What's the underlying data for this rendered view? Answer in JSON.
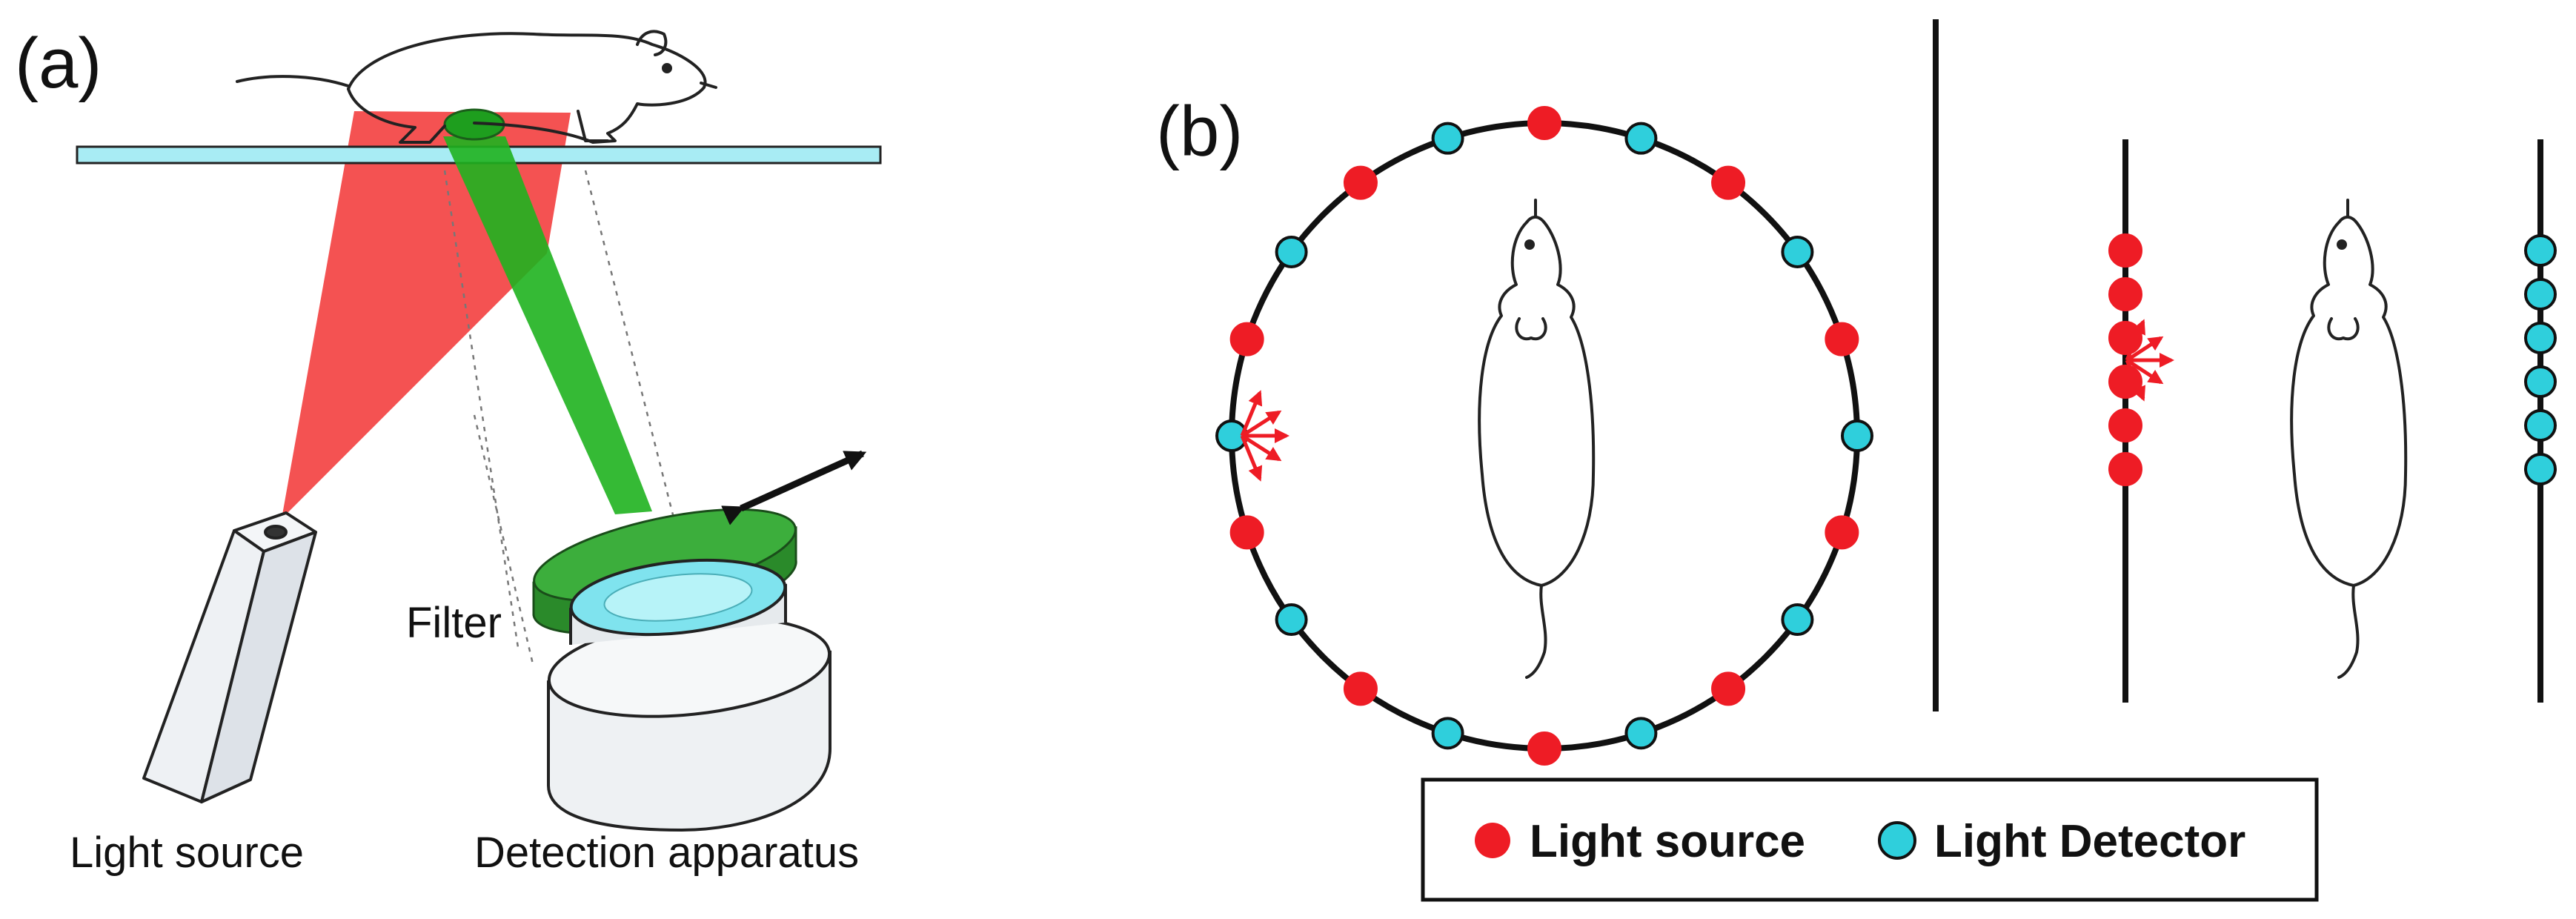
{
  "panel_a": {
    "label": "(a)",
    "filter_label": "Filter",
    "light_source_label": "Light source",
    "detection_label": "Detection apparatus"
  },
  "panel_b": {
    "label": "(b)"
  },
  "legend": {
    "source_label": "Light source",
    "detector_label": "Light Detector"
  },
  "colors": {
    "source": "#ee1c25",
    "detector": "#2fcfdc",
    "excitation_beam": "#f23a3a",
    "emission_beam": "#1fb21f",
    "filter": "#2e9a2e",
    "stage": "#a8ecf4",
    "line": "#111111"
  },
  "icons": {
    "source_marker": "red-dot-icon",
    "detector_marker": "cyan-dot-icon",
    "move_arrow": "double-arrow-icon"
  }
}
